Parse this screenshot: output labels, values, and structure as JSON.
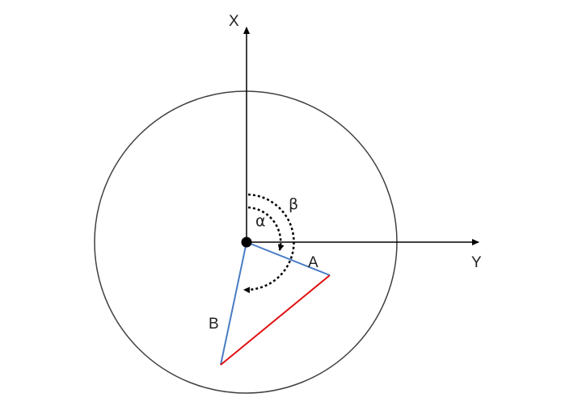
{
  "axes": {
    "x_label": "X",
    "y_label": "Y"
  },
  "segments": {
    "a_label": "A",
    "b_label": "B"
  },
  "angles": {
    "alpha_label": "α",
    "beta_label": "β"
  },
  "colors": {
    "outline": "#404040",
    "axis": "#000000",
    "segment": "#4a7cc4",
    "chord": "#e01010"
  }
}
